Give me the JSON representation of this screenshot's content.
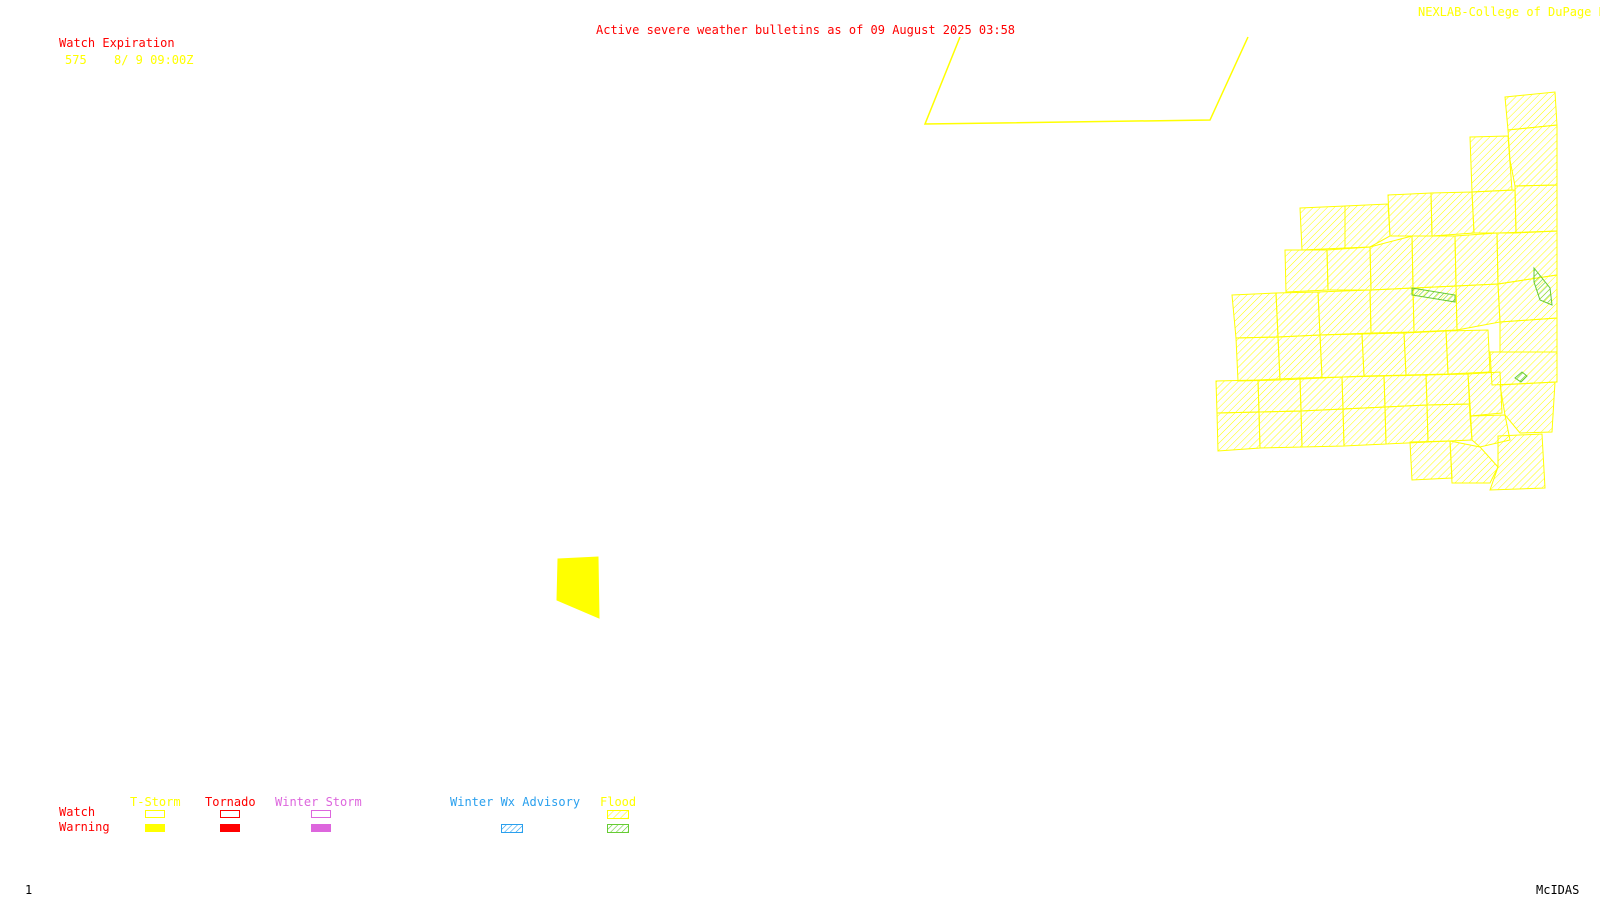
{
  "header": {
    "title": "Active severe weather bulletins as of 09 August 2025 03:58",
    "credit": "NEXLAB-College of DuPage R"
  },
  "expiration": {
    "heading": "Watch Expiration",
    "rows": [
      {
        "number": "575",
        "expires": "8/ 9 09:00Z"
      }
    ]
  },
  "legend": {
    "row_labels": {
      "watch": "Watch",
      "warning": "Warning"
    },
    "categories": [
      {
        "label": "T-Storm",
        "color": "#ffff00"
      },
      {
        "label": "Tornado",
        "color": "#ff0000"
      },
      {
        "label": "Winter Storm",
        "color": "#dd66dd"
      },
      {
        "label": "Winter Wx Advisory",
        "color": "#2aa0ee"
      },
      {
        "label": "Flood",
        "color": "#ffff00",
        "warning_color": "#66cc33"
      }
    ]
  },
  "footer": {
    "frame": "1",
    "software": "McIDAS"
  },
  "colors": {
    "title": "#ff0000",
    "tstorm": "#ffff00",
    "tornado": "#ff0000",
    "winter_storm": "#dd66dd",
    "winter_advisory": "#2aa0ee",
    "flood_watch": "#ffff00",
    "flood_warning": "#66cc33"
  }
}
